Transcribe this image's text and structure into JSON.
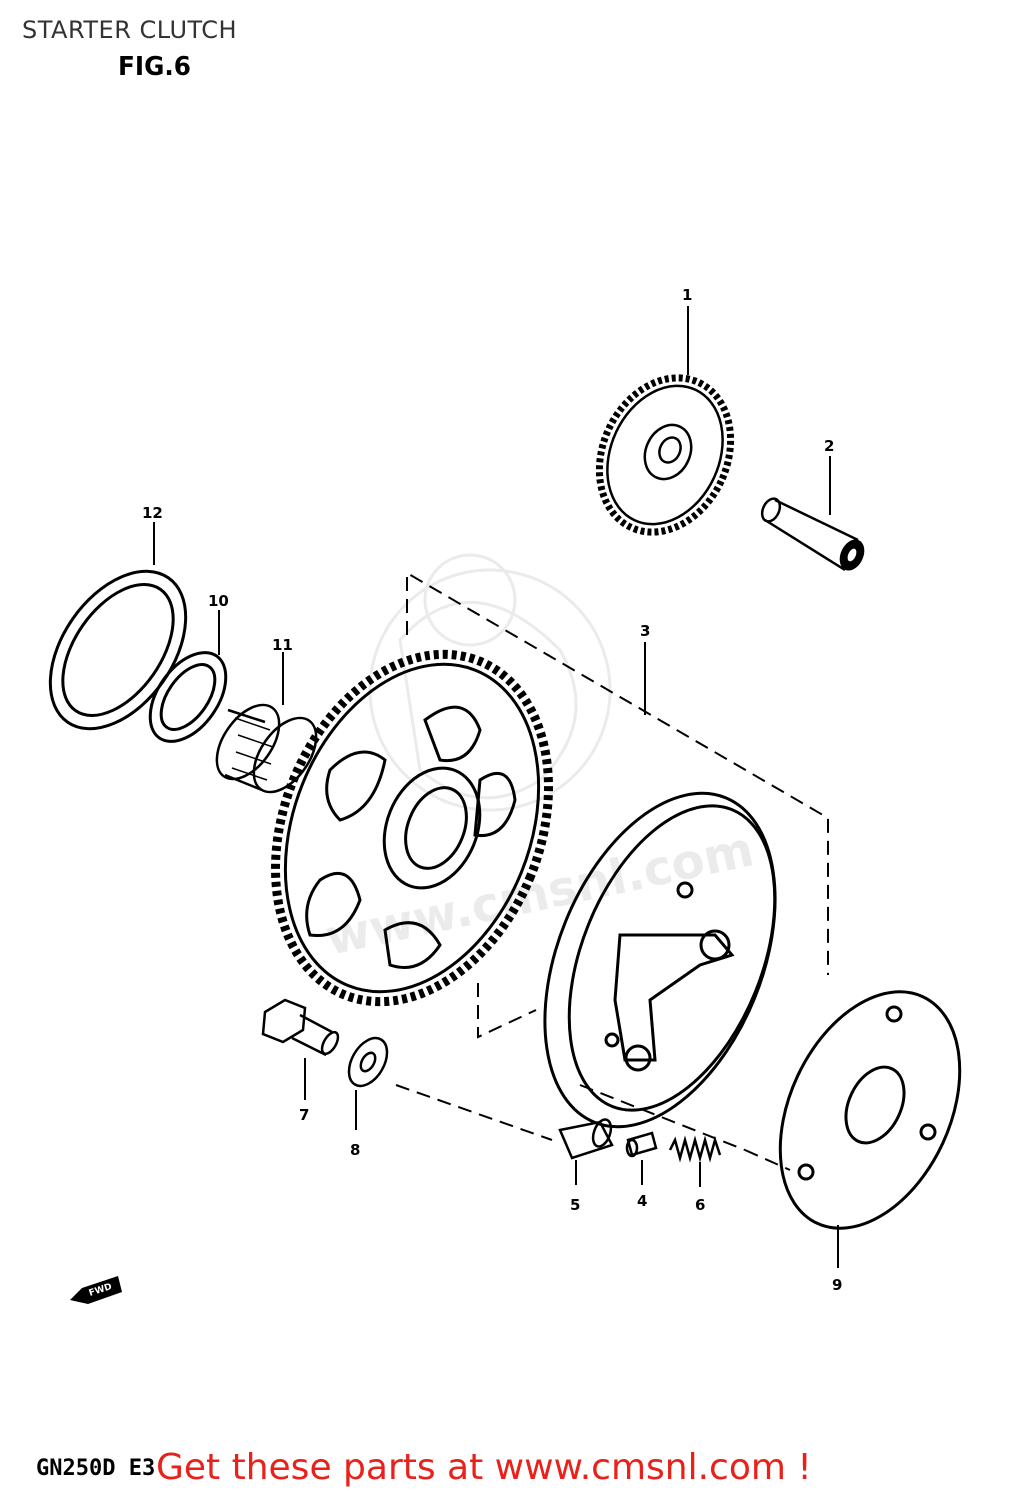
{
  "header": {
    "title": "STARTER CLUTCH",
    "figure": "FIG.6"
  },
  "diagram": {
    "callouts": [
      {
        "id": "1",
        "label": "1"
      },
      {
        "id": "2",
        "label": "2"
      },
      {
        "id": "3",
        "label": "3"
      },
      {
        "id": "4",
        "label": "4"
      },
      {
        "id": "5",
        "label": "5"
      },
      {
        "id": "6",
        "label": "6"
      },
      {
        "id": "7",
        "label": "7"
      },
      {
        "id": "8",
        "label": "8"
      },
      {
        "id": "9",
        "label": "9"
      },
      {
        "id": "10",
        "label": "10"
      },
      {
        "id": "11",
        "label": "11"
      },
      {
        "id": "12",
        "label": "12"
      }
    ],
    "direction_arrow": "FWD",
    "watermark": "www.cmsnl.com"
  },
  "footer": {
    "model_code": "GN250D E3",
    "cta": "Get these parts at www.cmsnl.com !",
    "cta_color": "#e8211a"
  }
}
